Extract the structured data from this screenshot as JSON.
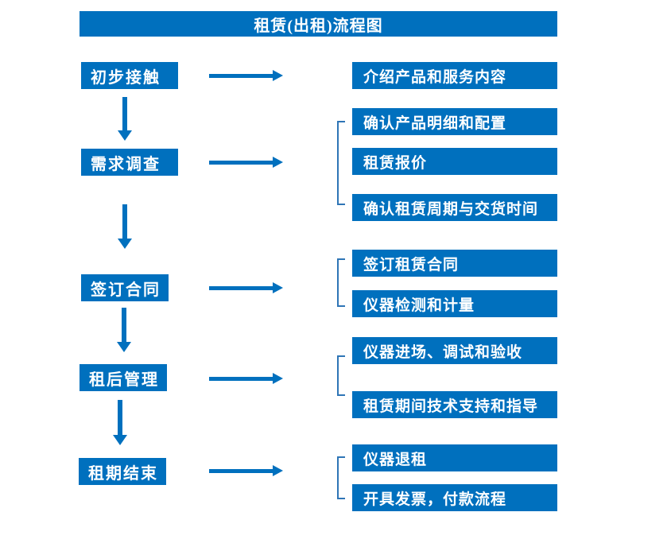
{
  "title": "租赁(出租)流程图",
  "colors": {
    "primary": "#0070BE",
    "bracket": "#2E75B6",
    "box_text": "#FFFFFF"
  },
  "icons": {
    "right_arrow": "arrow-right-icon",
    "down_arrow": "arrow-down-icon",
    "bracket": "bracket-icon"
  },
  "steps": [
    {
      "label": "初步接触",
      "details": [
        "介绍产品和服务内容"
      ]
    },
    {
      "label": "需求调查",
      "details": [
        "确认产品明细和配置",
        "租赁报价",
        "确认租赁周期与交货时间"
      ]
    },
    {
      "label": "签订合同",
      "details": [
        "签订租赁合同",
        "仪器检测和计量"
      ]
    },
    {
      "label": "租后管理",
      "details": [
        "仪器进场、调试和验收",
        "租赁期间技术支持和指导"
      ]
    },
    {
      "label": "租期结束",
      "details": [
        "仪器退租",
        "开具发票，付款流程"
      ]
    }
  ]
}
